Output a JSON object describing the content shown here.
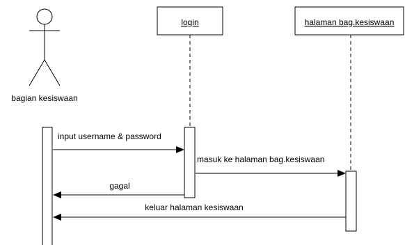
{
  "actor": {
    "name": "bagian kesiswaan"
  },
  "objects": {
    "login": "login",
    "halaman": "halaman bag.kesiswaan"
  },
  "messages": {
    "m1": "input username & password",
    "m2": "masuk ke halaman bag.kesiswaan",
    "m3": "gagal",
    "m4": "keluar halaman kesiswaan"
  }
}
